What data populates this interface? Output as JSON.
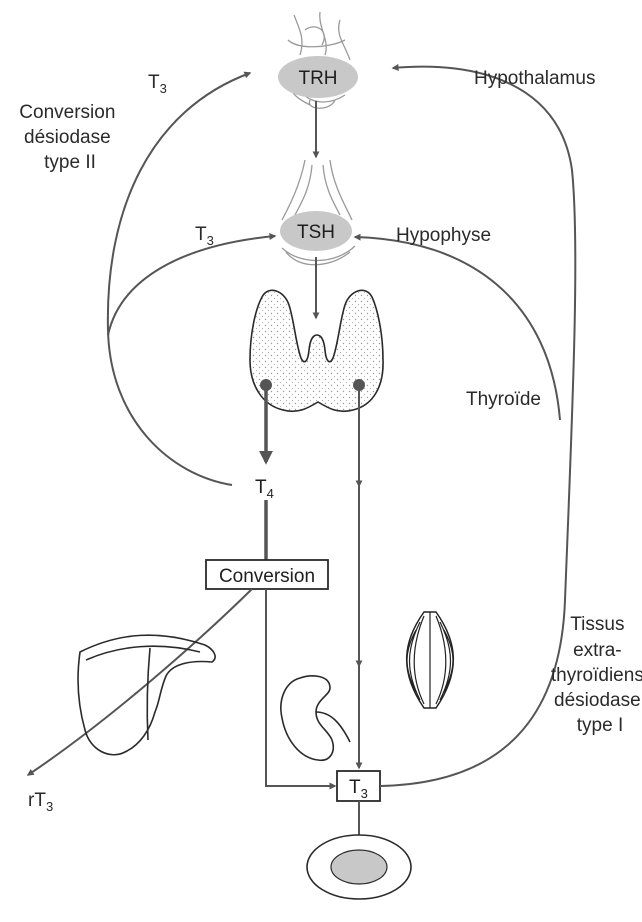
{
  "hormones": {
    "trh": "TRH",
    "tsh": "TSH",
    "t3_base": "T",
    "t3_sub": "3",
    "t4_base": "T",
    "t4_sub": "4",
    "rt3_base": "rT",
    "rt3_sub": "3"
  },
  "organs": {
    "hypothalamus": "Hypothalamus",
    "hypophyse": "Hypophyse",
    "thyroide": "Thyroïde"
  },
  "conversion_box": "Conversion",
  "labels": {
    "conversion_ii": [
      "Conversion",
      "désiodase",
      "type II"
    ],
    "tissus": [
      "Tissus",
      "extra-",
      "thyroïdiens",
      "désiodase",
      "type I"
    ]
  },
  "colors": {
    "arrow": "#555555",
    "hormone_fill": "#c8c8c8",
    "thyroid_fill": "#eeeeee",
    "node_dot": "#555555"
  }
}
